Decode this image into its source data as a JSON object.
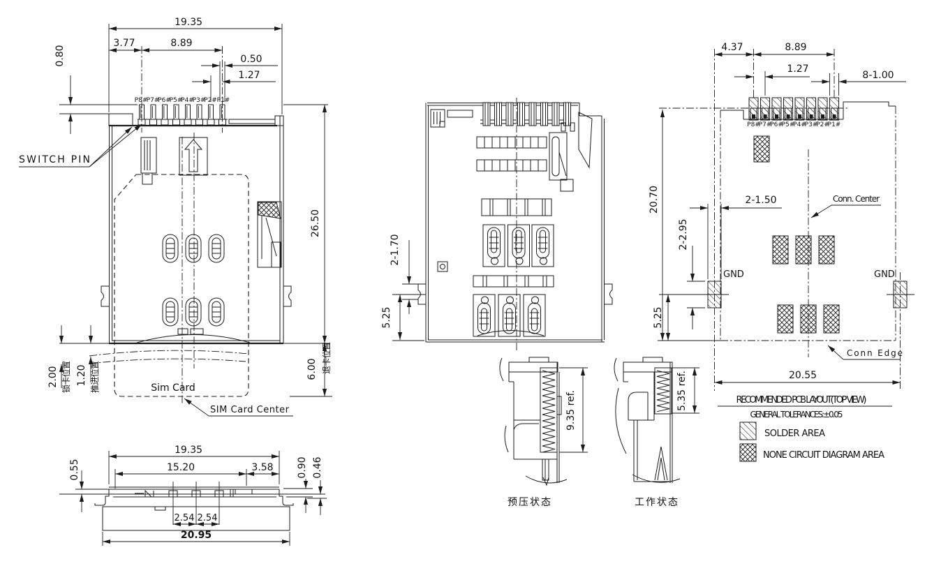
{
  "drawing": {
    "pins": [
      "P8#",
      "P7#",
      "P6#",
      "P5#",
      "P4#",
      "P3#",
      "P2#",
      "P1#"
    ],
    "lv": {
      "d1935": "19.35",
      "d377": "3.77",
      "d889": "8.89",
      "d050": "0.50",
      "d127": "1.27",
      "d080": "0.80",
      "d2650": "26.50",
      "d600": "6.00",
      "d200": "2.00",
      "d120": "1.20"
    },
    "labels": {
      "switch_pin": "SWITCH PIN",
      "sim_card": "Sim Card",
      "sim_card_center": "SIM Card Center",
      "lock_pos": "锁卡位置",
      "push_pos": "推进位置",
      "eject_pos": "退卡位置"
    },
    "bv": {
      "d1935": "19.35",
      "d1520": "15.20",
      "d358": "3.58",
      "d055": "0.55",
      "d090": "0.90",
      "d046": "0.46",
      "d254a": "2.54",
      "d254b": "2.54",
      "d2095": "20.95"
    },
    "mv": {
      "d2170": "2-1.70",
      "d525": "5.25"
    },
    "sv": {
      "d935": "9.35 ref.",
      "d535": "5.35 ref.",
      "preload": "预压状态",
      "work": "工作状态"
    },
    "pcb": {
      "d437": "4.37",
      "d889": "8.89",
      "d127": "1.27",
      "d8100": "8-1.00",
      "d2070": "20.70",
      "d2150": "2-1.50",
      "d2295": "2-2.95",
      "d525": "5.25",
      "d2055": "20.55",
      "gnd": "GND",
      "conn_center": "Conn. Center",
      "conn_edge": "Conn Edge"
    },
    "legend": {
      "title": "RECOMMENDED PCB LAYOUT(TOP VIEW)",
      "tolerance": "GENERAL TOLERANCES:±0.05",
      "solder": "SOLDER AREA",
      "none_circuit": "NONE CIRCUIT DIAGRAM AREA"
    }
  }
}
